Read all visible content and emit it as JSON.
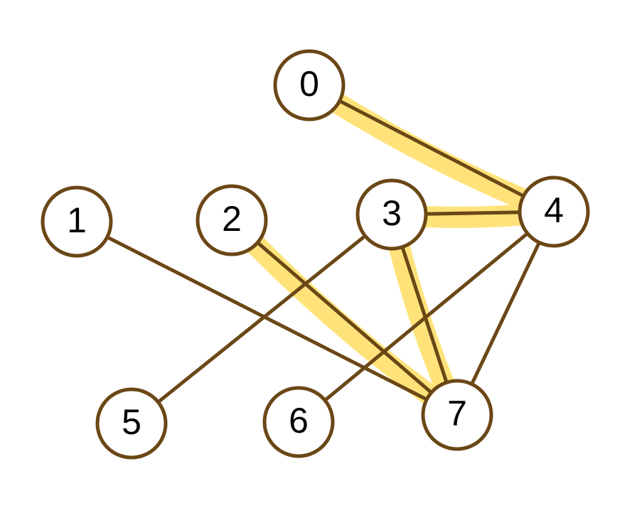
{
  "graph": {
    "nodes": [
      {
        "id": "0",
        "label": "0"
      },
      {
        "id": "1",
        "label": "1"
      },
      {
        "id": "2",
        "label": "2"
      },
      {
        "id": "3",
        "label": "3"
      },
      {
        "id": "4",
        "label": "4"
      },
      {
        "id": "5",
        "label": "5"
      },
      {
        "id": "6",
        "label": "6"
      },
      {
        "id": "7",
        "label": "7"
      }
    ],
    "edges": [
      {
        "from": "0",
        "to": "4",
        "highlighted": true
      },
      {
        "from": "3",
        "to": "4",
        "highlighted": true
      },
      {
        "from": "3",
        "to": "7",
        "highlighted": true
      },
      {
        "from": "2",
        "to": "7",
        "highlighted": true
      },
      {
        "from": "1",
        "to": "7",
        "highlighted": false
      },
      {
        "from": "3",
        "to": "5",
        "highlighted": false
      },
      {
        "from": "4",
        "to": "6",
        "highlighted": false
      },
      {
        "from": "4",
        "to": "7",
        "highlighted": false
      }
    ]
  },
  "colors": {
    "edge": "#6b4716",
    "highlight": "#ffe37a",
    "node_fill": "#ffffff",
    "node_stroke": "#6b4716",
    "text": "#000000"
  }
}
